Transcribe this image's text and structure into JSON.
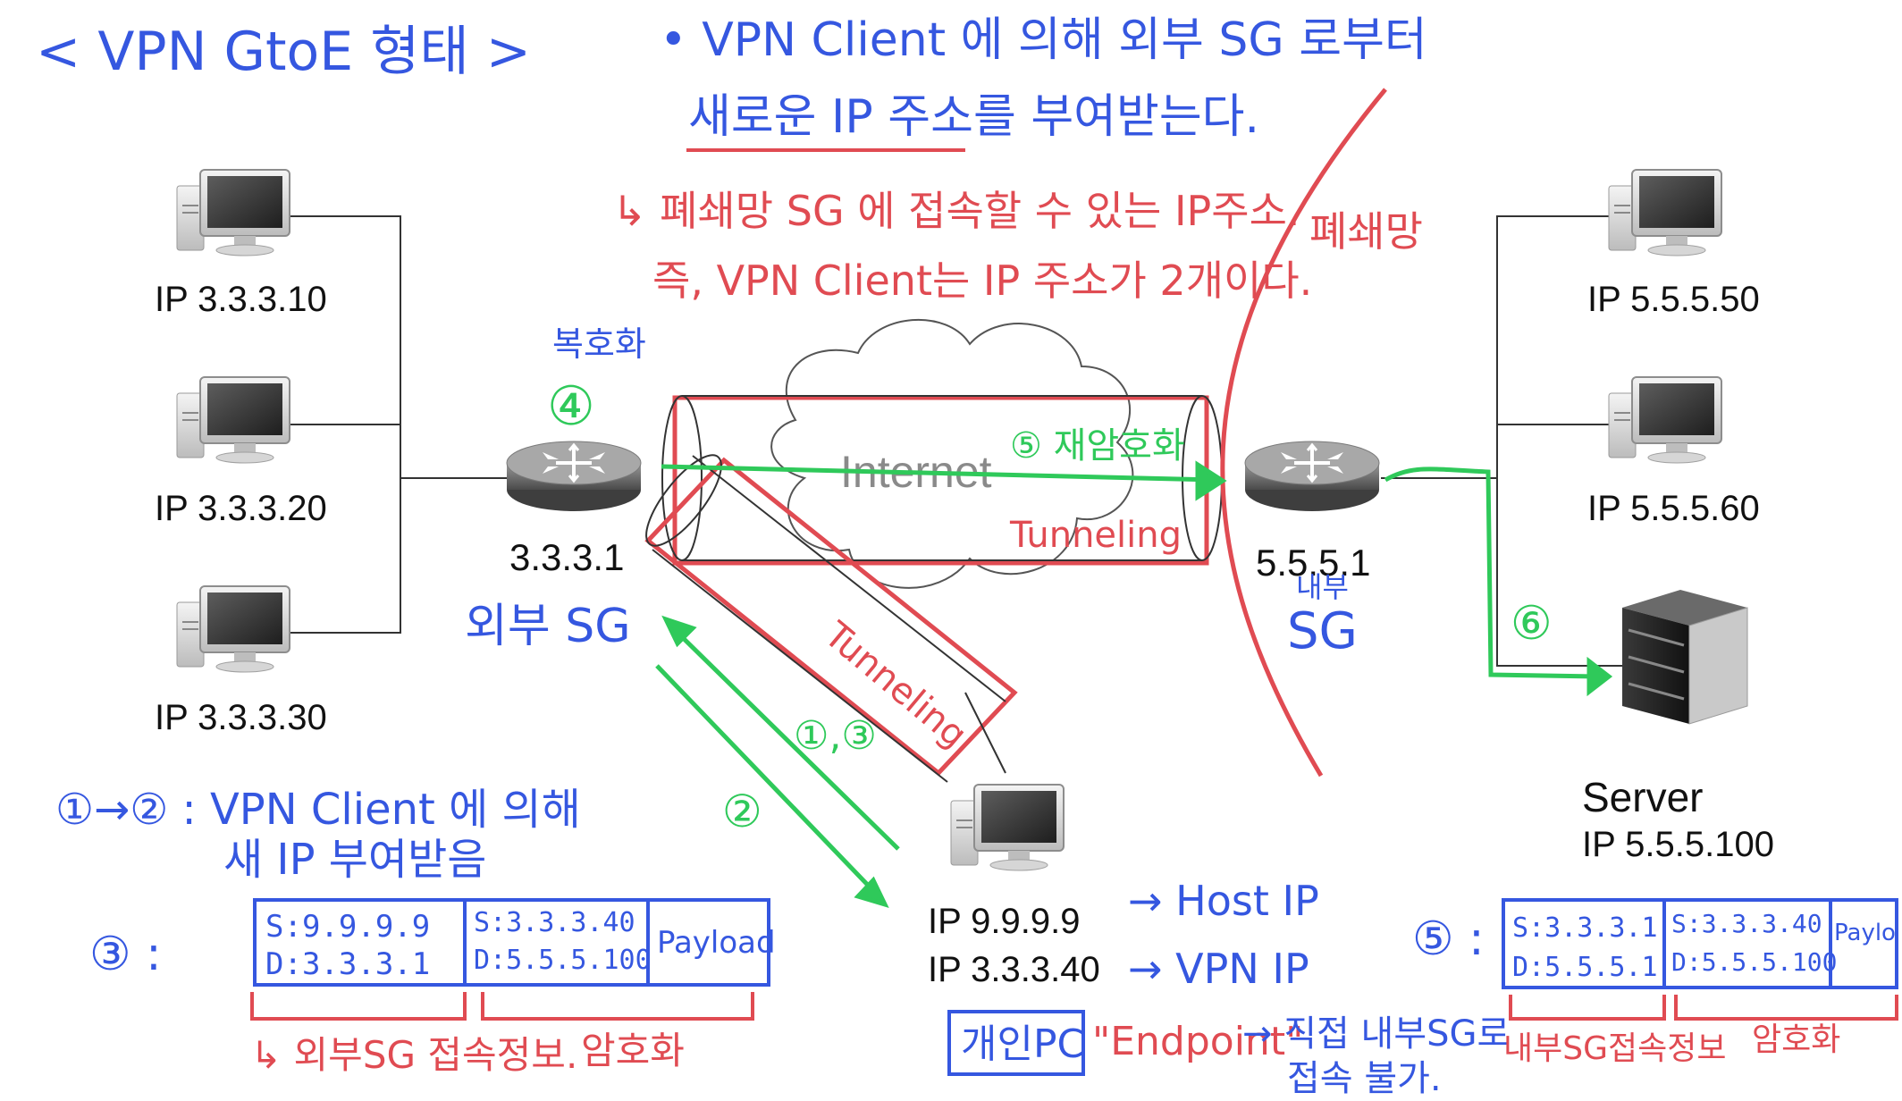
{
  "title": "< VPN GtoE 형태 >",
  "notes": {
    "line1": "• VPN Client 에 의해 외부 SG 로부터",
    "line2": "새로운 IP 주소를 부여받는다.",
    "line3": "↳ 폐쇄망 SG 에 접속할 수 있는 IP주소.",
    "line4": "즉, VPN Client는 IP 주소가 2개이다."
  },
  "closed_network_label": "폐쇄망",
  "internet_label": "Internet",
  "tunnel_label_top": "Tunneling",
  "tunnel_label_diag": "Tunneling",
  "left_hosts": [
    "IP 3.3.3.10",
    "IP 3.3.3.20",
    "IP 3.3.3.30"
  ],
  "right_hosts": [
    "IP 5.5.5.50",
    "IP 5.5.5.60"
  ],
  "external_sg": {
    "ip": "3.3.3.1",
    "label": "외부 SG",
    "step": "④",
    "step_note": "복호화"
  },
  "internal_sg": {
    "ip": "5.5.5.1",
    "label_top": "내부",
    "label": "SG"
  },
  "server": {
    "name": "Server",
    "ip": "IP 5.5.5.100"
  },
  "step5_label": "⑤ 재암호화",
  "step6": "⑥",
  "step_12": "①,③",
  "step_2": "②",
  "client": {
    "host_ip": "IP 9.9.9.9",
    "vpn_ip": "IP 3.3.3.40",
    "host_ip_note": "→ Host IP",
    "vpn_ip_note": "→ VPN IP",
    "box_label": "개인PC",
    "endpoint": "\"Endpoint\"",
    "endpoint_note1": "→ 직접 내부SG로",
    "endpoint_note2": "접속 불가."
  },
  "legend": {
    "line1": "①→② : VPN Client 에 의해",
    "line2": "새 IP 부여받음",
    "packet3_label": "③ :",
    "packet3": {
      "outer_s": "S:9.9.9.9",
      "outer_d": "D:3.3.3.1",
      "inner_s": "S:3.3.3.40",
      "inner_d": "D:5.5.5.100",
      "payload": "Payload"
    },
    "packet3_note_outer": "↳ 외부SG 접속정보.",
    "packet3_note_inner": "암호화",
    "packet5_label": "⑤ :",
    "packet5": {
      "outer_s": "S:3.3.3.1",
      "outer_d": "D:5.5.5.1",
      "inner_s": "S:3.3.3.40",
      "inner_d": "D:5.5.5.100",
      "payload": "Paylo"
    },
    "packet5_note_outer": "내부SG접속정보",
    "packet5_note_inner": "암호화"
  },
  "colors": {
    "blue": "#3557e0",
    "red": "#e04b52",
    "green": "#2fc95a",
    "line": "#333333"
  }
}
